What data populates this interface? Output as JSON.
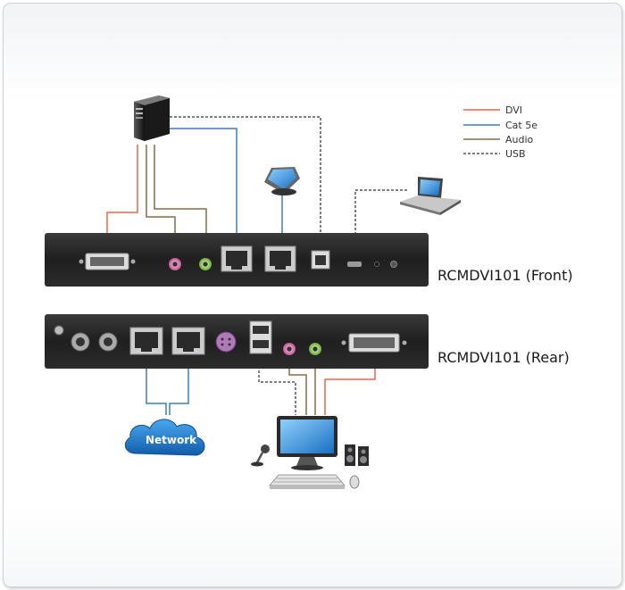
{
  "legend": {
    "items": [
      {
        "label": "DVI",
        "color": "#e8674a"
      },
      {
        "label": "Cat 5e",
        "color": "#3b7ec0"
      },
      {
        "label": "Audio",
        "color": "#8a6a45"
      },
      {
        "label": "USB",
        "color": "#555555"
      }
    ]
  },
  "devices": {
    "front_label": "RCMDVI101 (Front)",
    "rear_label": "RCMDVI101 (Rear)"
  },
  "network": {
    "label": "Network"
  },
  "colors": {
    "device_body": "#222222",
    "dvi": "#e8674a",
    "cat5e": "#3b7ec0",
    "audio": "#8a6a45",
    "usb": "#555555",
    "cloud": "#1e7fd0"
  },
  "icons": [
    "pc-tower-icon",
    "touchscreen-icon",
    "laptop-icon",
    "network-cloud-icon",
    "monitor-icon",
    "keyboard-icon",
    "mouse-icon",
    "microphone-icon",
    "speakers-icon"
  ]
}
